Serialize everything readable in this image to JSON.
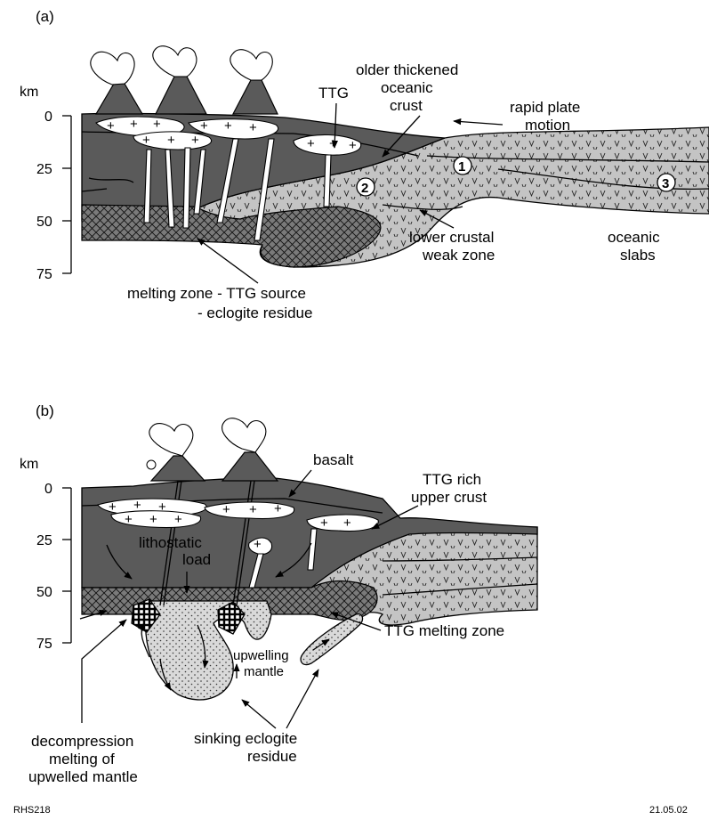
{
  "panel_a": {
    "tag": "(a)",
    "axis_unit": "km",
    "depth_ticks": [
      "0",
      "25",
      "50",
      "75"
    ],
    "labels": {
      "older_crust": [
        "older thickened",
        "oceanic",
        "crust"
      ],
      "ttg": "TTG",
      "rapid_plate": [
        "rapid plate",
        "motion"
      ],
      "lower_crustal": [
        "lower crustal",
        "weak zone"
      ],
      "oceanic_slabs": [
        "oceanic",
        "slabs"
      ],
      "melting_zone": [
        "melting zone - TTG source",
        "- eclogite residue"
      ]
    },
    "markers": [
      "1",
      "2",
      "3"
    ]
  },
  "panel_b": {
    "tag": "(b)",
    "axis_unit": "km",
    "depth_ticks": [
      "0",
      "25",
      "50",
      "75"
    ],
    "labels": {
      "basalt": "basalt",
      "ttg_rich": [
        "TTG rich",
        "upper crust"
      ],
      "lithostatic": [
        "lithostatic",
        "load"
      ],
      "ttg_melting": "TTG melting zone",
      "upwelling": [
        "upwelling",
        "mantle"
      ],
      "decompression": [
        "decompression",
        "melting of",
        "upwelled mantle"
      ],
      "sinking": [
        "sinking eclogite",
        "residue"
      ]
    }
  },
  "footer": {
    "left": "RHS218",
    "right": "21.05.02"
  }
}
